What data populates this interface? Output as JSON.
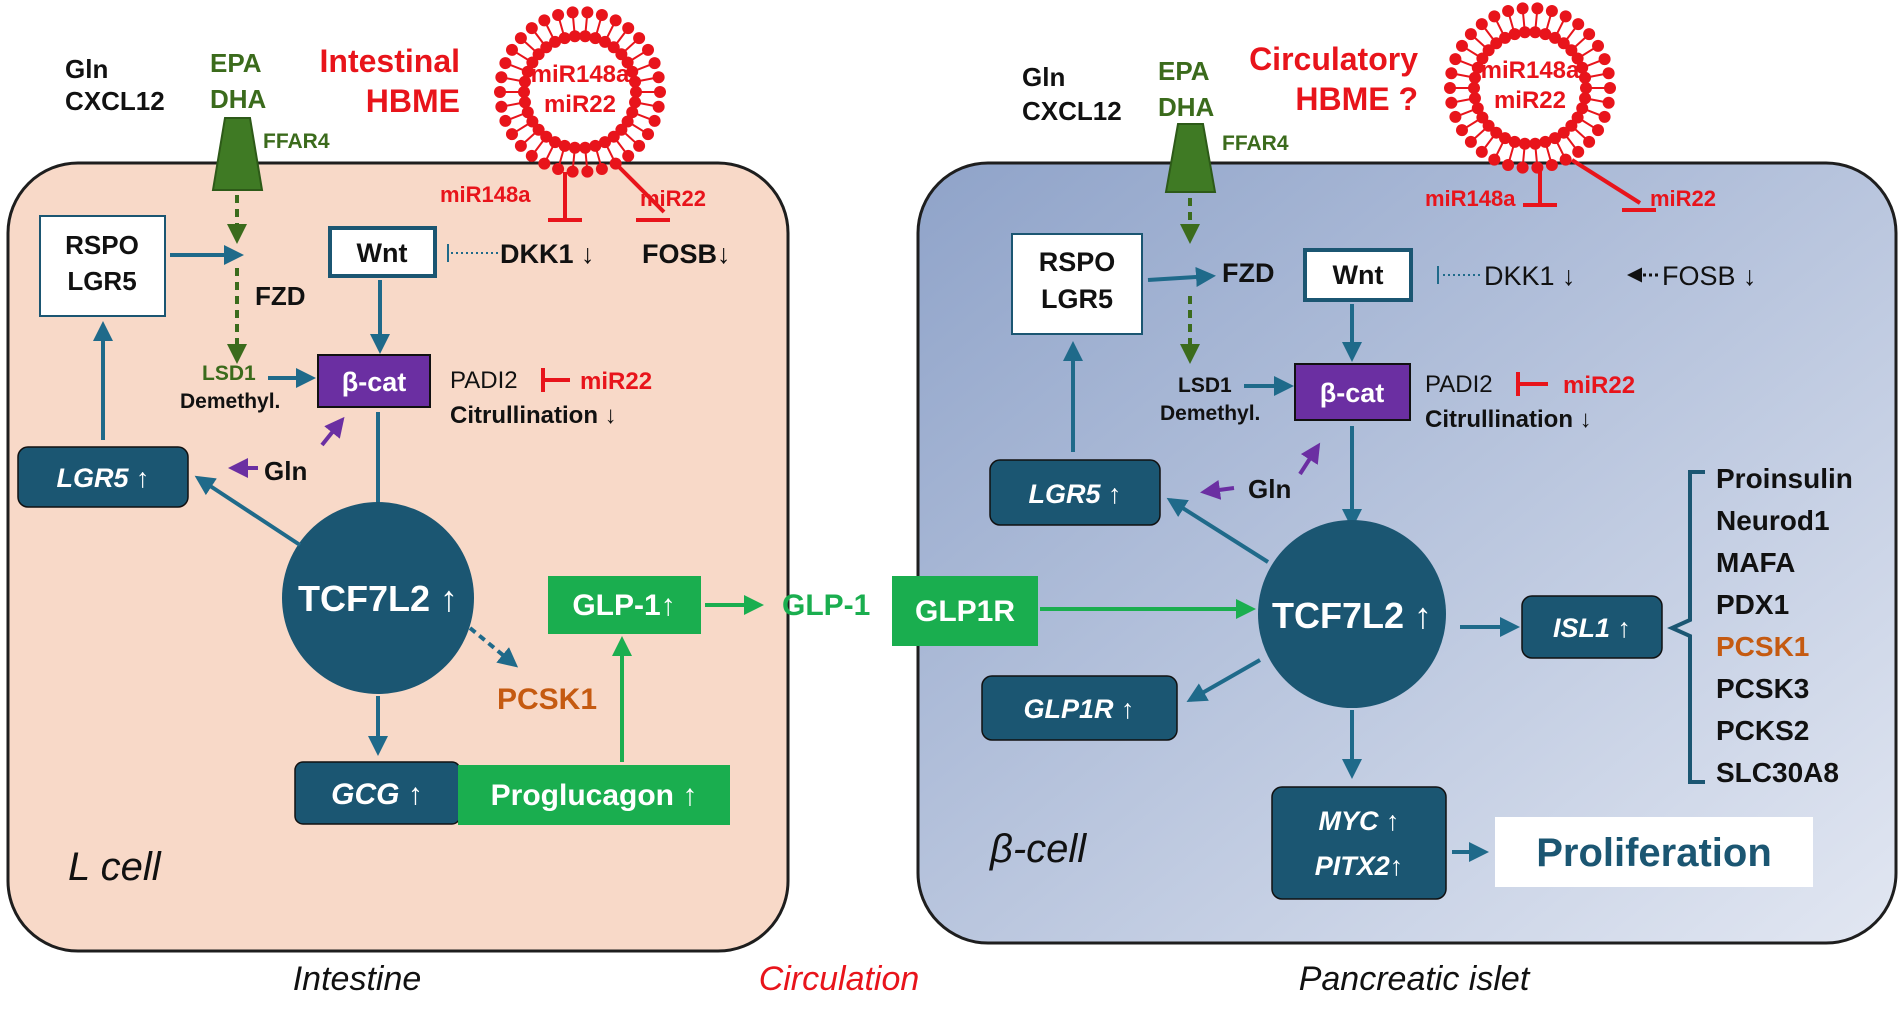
{
  "colors": {
    "lcell_fill": "#f8d9c8",
    "bcell_fill_top": "#8fa3c9",
    "bcell_fill_bottom": "#dfe5f1",
    "teal": "#1b5672",
    "arrow_teal": "#1f6a8a",
    "green": "#1aae4f",
    "dark_green": "#3b6b1c",
    "red": "#e8141b",
    "purple": "#6b2fa2",
    "orange": "#c55a11"
  },
  "captions": {
    "intestine": "Intestine",
    "circulation": "Circulation",
    "pancreatic_islet": "Pancreatic islet"
  },
  "left": {
    "cell_label": "L cell",
    "gln": "Gln",
    "cxcl12": "CXCL12",
    "epa": "EPA",
    "dha": "DHA",
    "ffar4": "FFAR4",
    "hbme_line1": "Intestinal",
    "hbme_line2": "HBME",
    "vesicle_mir148a": "miR148a",
    "vesicle_mir22": "miR22",
    "mir148a": "miR148a",
    "mir22": "miR22",
    "rspo": "RSPO",
    "lgr5_box": "LGR5",
    "fzd": "FZD",
    "wnt": "Wnt",
    "dkk1": "DKK1 ↓",
    "fosb": "FOSB↓",
    "lsd1": "LSD1",
    "demethyl": "Demethyl.",
    "bcat": "β-cat",
    "padi2": "PADI2",
    "padi_mir22": "miR22",
    "citrullination": "Citrullination ↓",
    "gln_inner": "Gln",
    "lgr5_up": "LGR5 ↑",
    "tcf7l2": "TCF7L2 ↑",
    "glp1_up": "GLP-1↑",
    "pcsk1": "PCSK1",
    "gcg": "GCG ↑",
    "proglucagon": "Proglucagon ↑"
  },
  "middle": {
    "glp1": "GLP-1",
    "glp1r": "GLP1R"
  },
  "right": {
    "cell_label": "β-cell",
    "gln": "Gln",
    "cxcl12": "CXCL12",
    "epa": "EPA",
    "dha": "DHA",
    "ffar4": "FFAR4",
    "hbme_line1": "Circulatory",
    "hbme_line2": "HBME ?",
    "vesicle_mir148a": "miR148a",
    "vesicle_mir22": "miR22",
    "mir148a": "miR148a",
    "mir22": "miR22",
    "rspo": "RSPO",
    "lgr5_box": "LGR5",
    "fzd": "FZD",
    "wnt": "Wnt",
    "dkk1": "DKK1 ↓",
    "fosb": "FOSB ↓",
    "lsd1": "LSD1",
    "demethyl": "Demethyl.",
    "bcat": "β-cat",
    "padi2": "PADI2",
    "padi_mir22": "miR22",
    "citrullination": "Citrullination ↓",
    "gln_inner": "Gln",
    "lgr5_up": "LGR5 ↑",
    "tcf7l2": "TCF7L2 ↑",
    "glp1r_up": "GLP1R ↑",
    "isl1": "ISL1 ↑",
    "myc": "MYC ↑",
    "pitx2": "PITX2↑",
    "proliferation": "Proliferation",
    "targets": [
      "Proinsulin",
      "Neurod1",
      "MAFA",
      "PDX1",
      "PCSK1",
      "PCSK3",
      "PCKS2",
      "SLC30A8"
    ]
  }
}
